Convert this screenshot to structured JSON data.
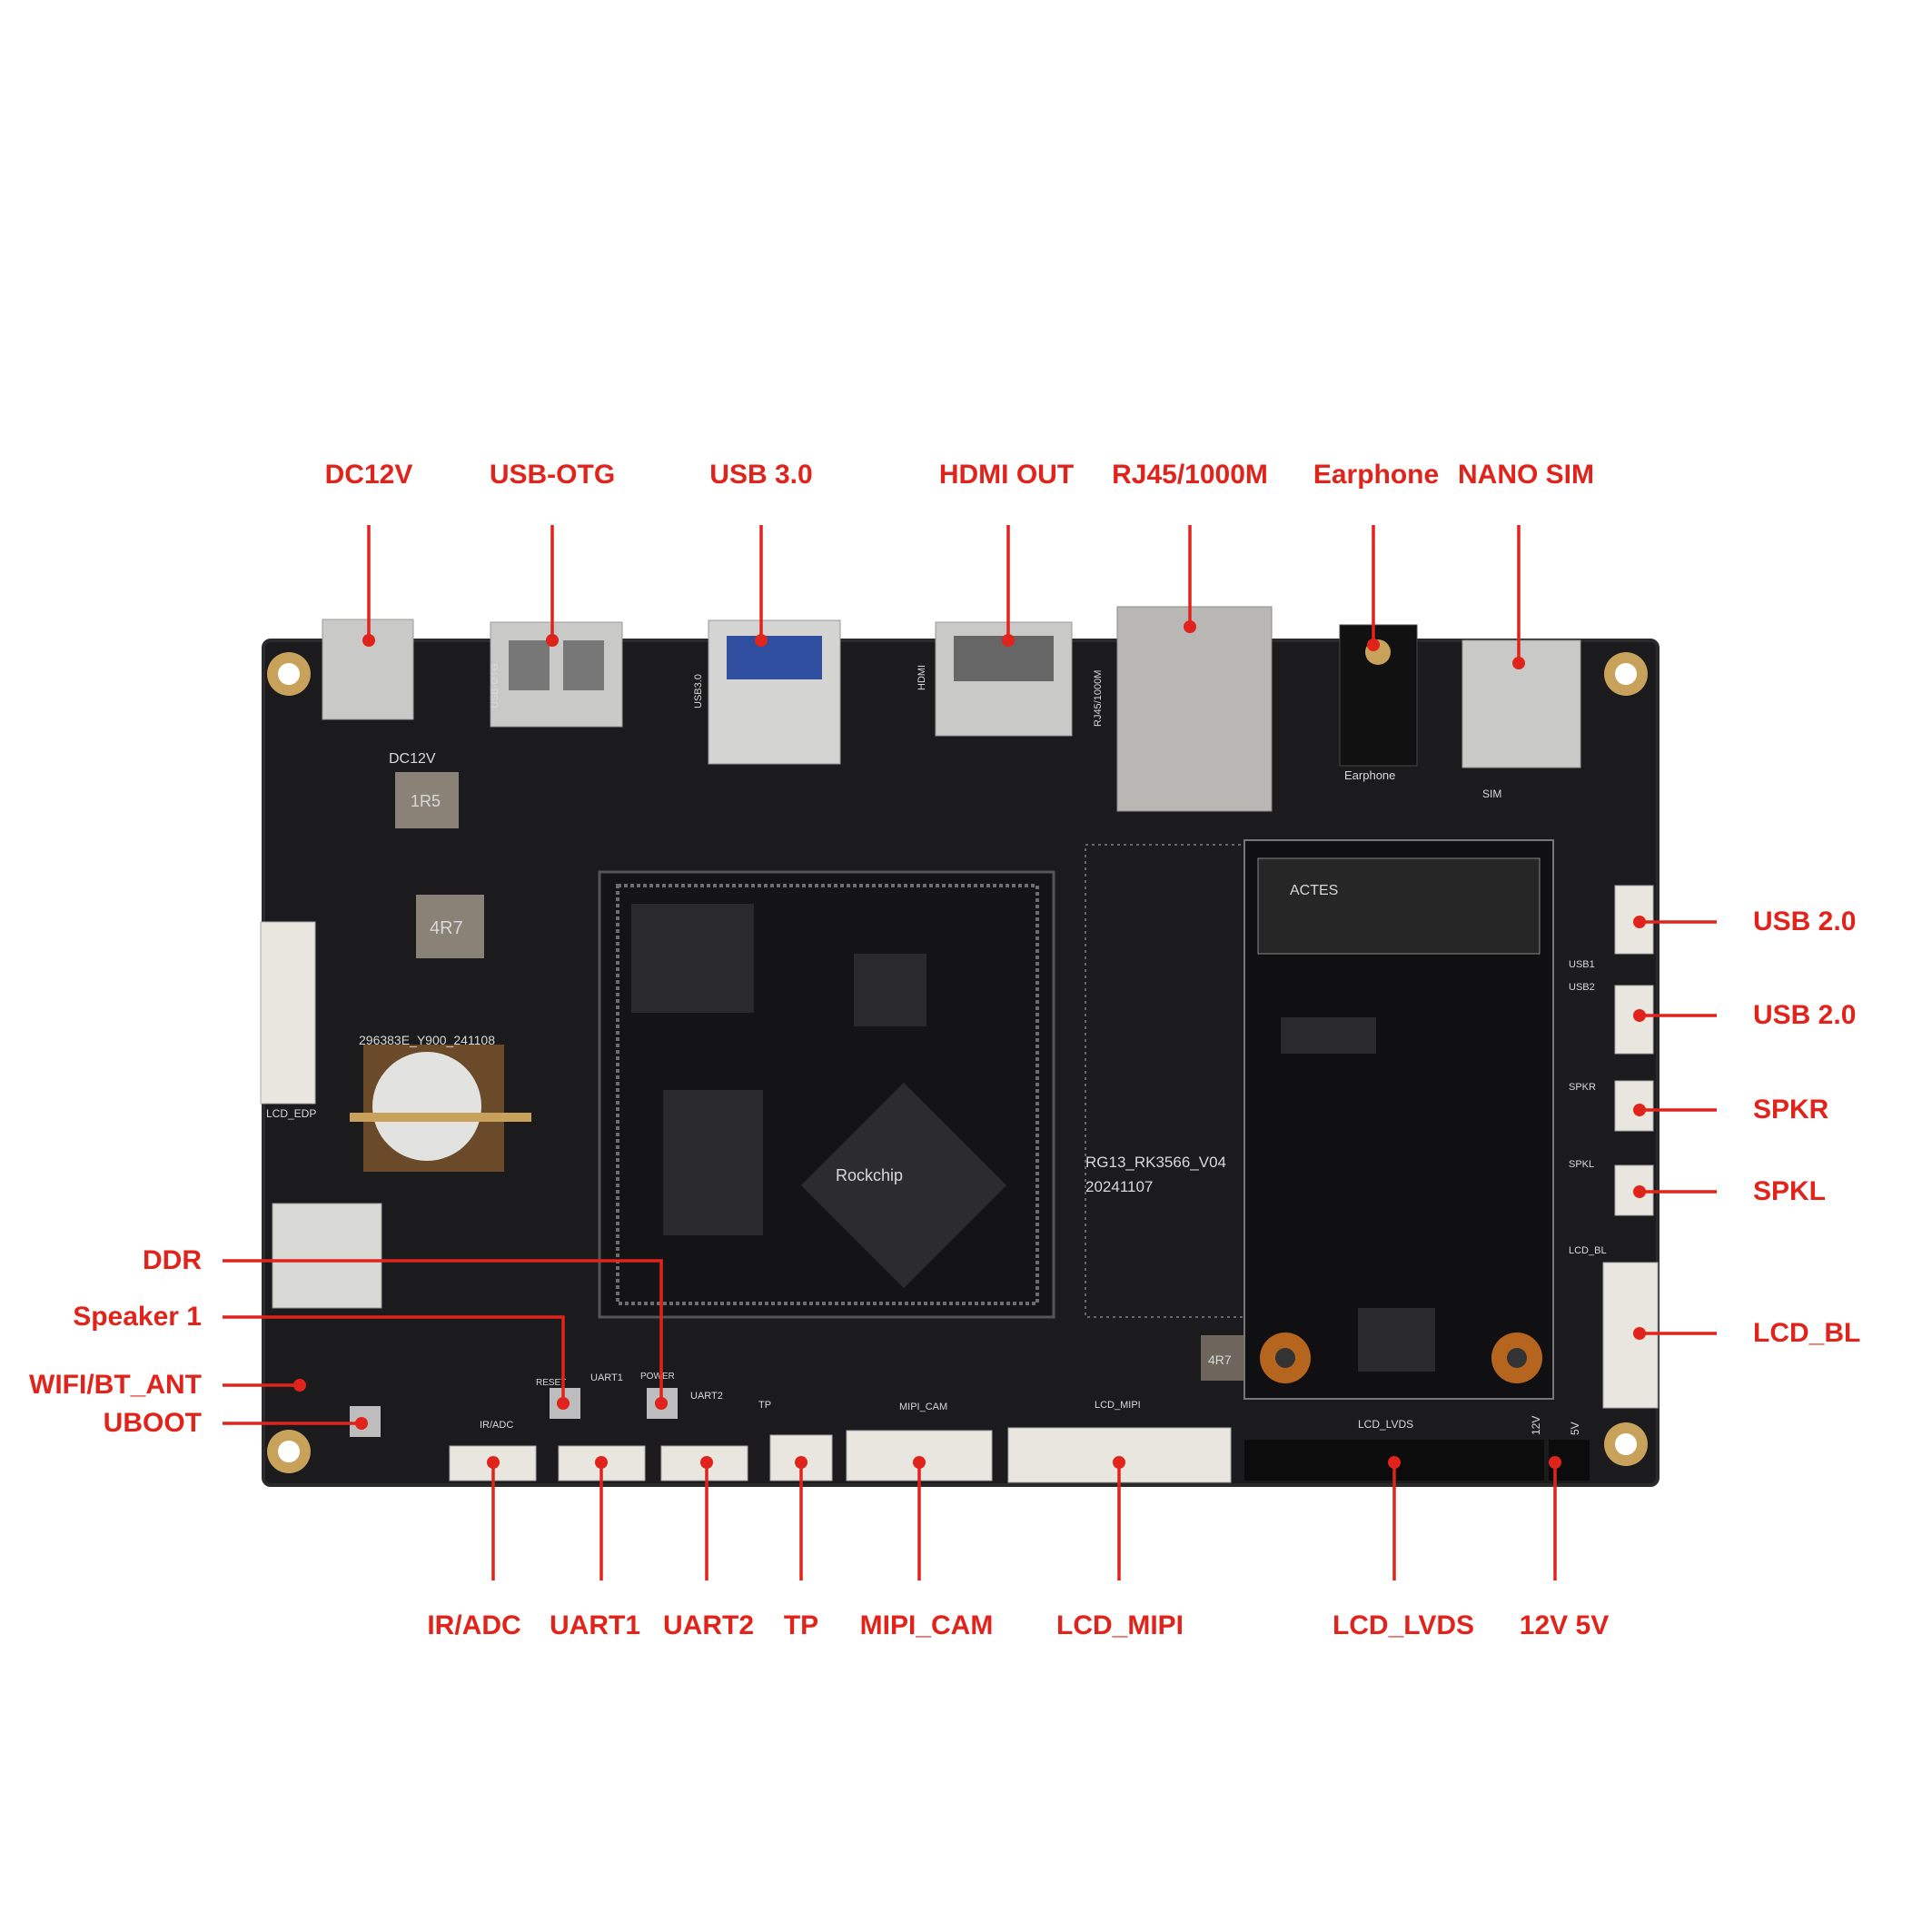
{
  "labels": {
    "top": [
      "DC12V",
      "USB-OTG",
      "USB 3.0",
      "HDMI OUT",
      "RJ45/1000M",
      "Earphone",
      "NANO SIM"
    ],
    "right": [
      "USB 2.0",
      "USB 2.0",
      "SPKR",
      "SPKL",
      "LCD_BL"
    ],
    "left": [
      "DDR",
      "Speaker 1",
      "WIFI/BT_ANT",
      "UBOOT"
    ],
    "bottom": [
      "IR/ADC",
      "UART1",
      "UART2",
      "TP",
      "MIPI_CAM",
      "LCD_MIPI",
      "LCD_LVDS",
      "12V 5V"
    ]
  },
  "board": {
    "model": "RG13_RK3566_V04",
    "date": "20241107",
    "serial": "296383E_Y900_241108",
    "silkscreen": {
      "dc12v": "DC12V",
      "earphone": "Earphone",
      "sim": "SIM",
      "usb1": "USB1",
      "usb2": "USB2",
      "spkr": "SPKR",
      "spkl": "SPKL",
      "lcd_bl": "LCD_BL",
      "lcd_edp": "LCD_EDP",
      "lcd_mipi": "LCD_MIPI",
      "mipi_cam": "MIPI_CAM",
      "lcd_lvds": "LCD_LVDS",
      "uart1": "UART1",
      "uart2": "UART2",
      "tp": "TP",
      "reset": "RESET",
      "power": "POWER",
      "iradc": "IR/ADC",
      "v12": "12V",
      "v5": "5V",
      "hdmi": "HDMI",
      "usb30": "USB3.0",
      "usbotg": "USB-OTG",
      "rj45": "RJ45/1000M",
      "inductor1": "1R5",
      "inductor2": "4R7",
      "inductor3": "4R7",
      "soc": "Rockchip",
      "m2": "ACTES"
    }
  },
  "colors": {
    "accent": "#e0241b",
    "pcb": "#1b1b1d",
    "connector": "#e9e6df",
    "metal": "#c9c9c7"
  }
}
